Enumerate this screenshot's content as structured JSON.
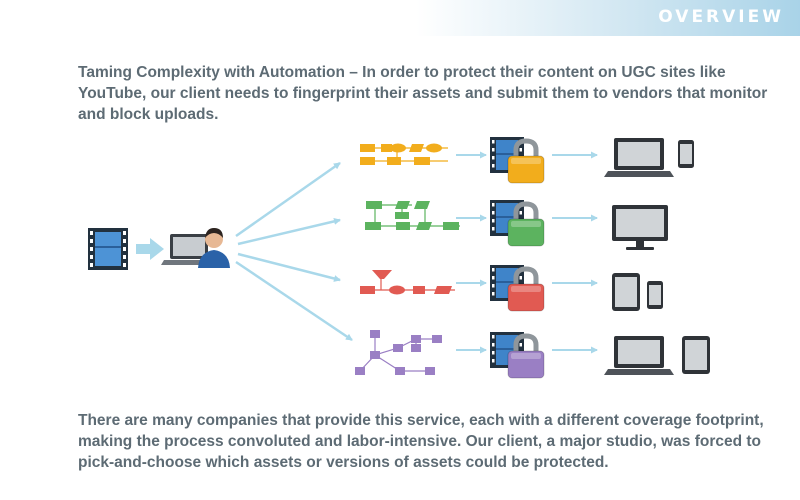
{
  "header": {
    "section_label": "OVERVIEW"
  },
  "intro_text": "Taming Complexity with Automation – In order to protect their content on UGC sites like YouTube, our client needs to fingerprint their assets and submit them to vendors that monitor and block uploads.",
  "outro_text": "There are many companies that provide this service, each with a different coverage footprint, making the process convoluted and labor-intensive. Our client, a major studio, was forced to pick-and-choose which assets or versions of assets could be protected.",
  "colors": {
    "arrow": "#a9d8ea",
    "film": "#3f84c9",
    "vendor_orange": "#f2ad1c",
    "vendor_green": "#5cb35f",
    "vendor_red": "#e15a52",
    "vendor_purple": "#9a7fc4"
  },
  "icons": {
    "source": [
      "film-icon",
      "laptop-icon",
      "user-icon"
    ],
    "vendor_rows": [
      {
        "color_key": "vendor_orange",
        "lock": "padlock-icon",
        "devices": [
          "laptop-icon",
          "phone-icon"
        ]
      },
      {
        "color_key": "vendor_green",
        "lock": "padlock-icon",
        "devices": [
          "monitor-icon"
        ]
      },
      {
        "color_key": "vendor_red",
        "lock": "padlock-icon",
        "devices": [
          "tablet-icon",
          "phone-icon"
        ]
      },
      {
        "color_key": "vendor_purple",
        "lock": "padlock-icon",
        "devices": [
          "laptop-icon",
          "tablet-icon"
        ]
      }
    ]
  }
}
